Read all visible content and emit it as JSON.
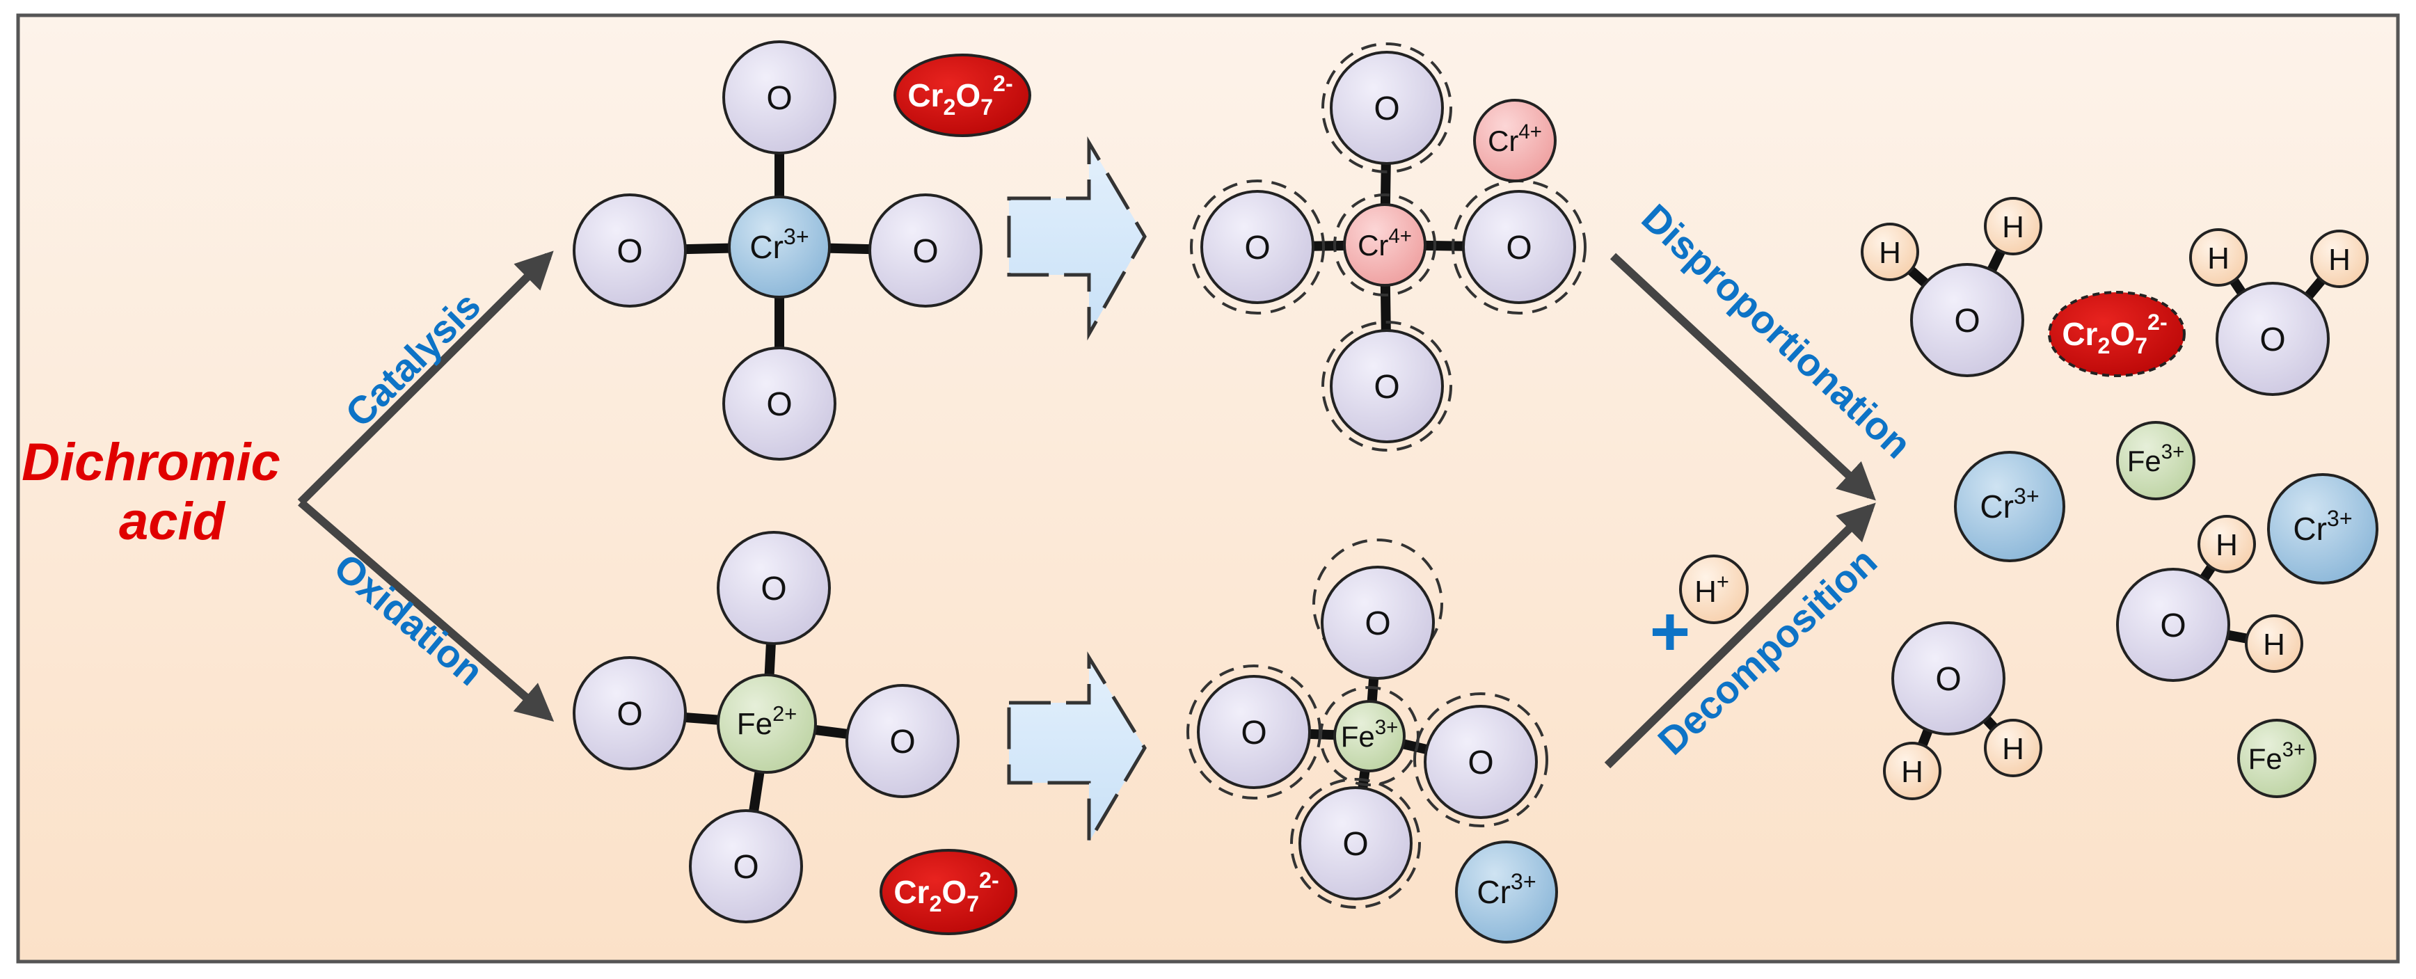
{
  "labels": {
    "source": [
      "Dichromic",
      "acid"
    ],
    "catalysis": "Catalysis",
    "oxidation": "Oxidation",
    "disproportionation": "Disproportionation",
    "decomposition": "Decomposition"
  },
  "atoms": {
    "oxygen": "O",
    "hydrogen": "H",
    "cr3": {
      "base": "Cr",
      "sup": "3+"
    },
    "cr4": {
      "base": "Cr",
      "sup": "4+"
    },
    "fe2": {
      "base": "Fe",
      "sup": "2+"
    },
    "fe3": {
      "base": "Fe",
      "sup": "3+"
    },
    "proton": {
      "base": "H",
      "sup": "+"
    },
    "plus": "+",
    "dichromate": {
      "p1": "Cr",
      "s1": "2",
      "p2": "O",
      "s2": "7",
      "sup": "2-"
    }
  },
  "colors": {
    "oxygen": "#d9d6ea",
    "cr3": "#a9cbe3",
    "cr4": "#f5b4b4",
    "fe": "#d3e2c1",
    "hydrogen": "#fbe2cb",
    "dichromate": "#d40c0c",
    "source_text": "#e00000",
    "label_text": "#0d73c6",
    "arrow": "#444444",
    "block_arrow": "#d6e9fa"
  }
}
